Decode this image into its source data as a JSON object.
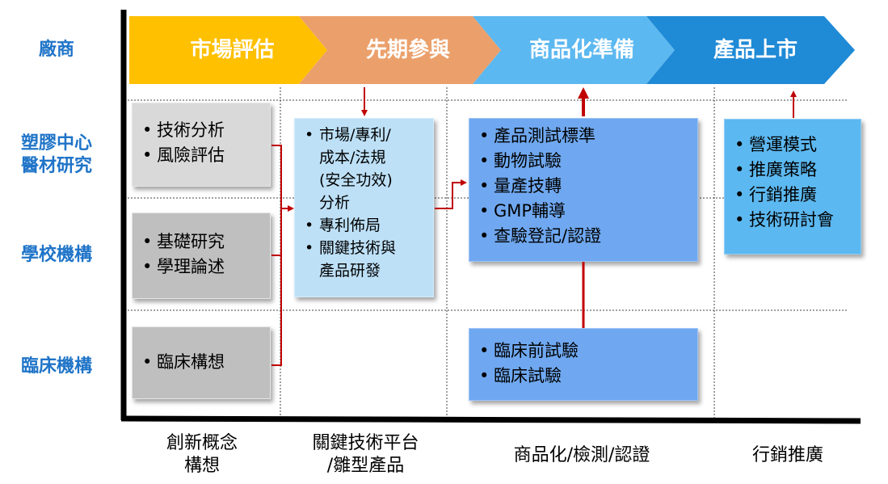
{
  "rows": [
    {
      "id": "vendor",
      "label": "廠商"
    },
    {
      "id": "plastic-center",
      "label": "塑膠中心\n醫材研究"
    },
    {
      "id": "school",
      "label": "學校機構"
    },
    {
      "id": "clinical",
      "label": "臨床機構"
    }
  ],
  "columns": [
    {
      "id": "concept",
      "label": "創新概念\n構想"
    },
    {
      "id": "platform",
      "label": "關鍵技術平台\n/雛型產品"
    },
    {
      "id": "commercial",
      "label": "商品化/檢測/認證"
    },
    {
      "id": "marketing",
      "label": "行銷推廣"
    }
  ],
  "phases": [
    {
      "label": "市場評估",
      "color": "#ffc000"
    },
    {
      "label": "先期參與",
      "color": "#eba06b"
    },
    {
      "label": "商品化準備",
      "color": "#5cb8f0"
    },
    {
      "label": "產品上市",
      "color": "#1f8ad6"
    }
  ],
  "boxes": {
    "tech_analysis": [
      "技術分析",
      "風險評估"
    ],
    "basic_research": [
      "基礎研究",
      "學理論述"
    ],
    "clinical_concept": [
      "臨床構想"
    ],
    "market_patent": [
      "市場/專利/\n成本/法規\n(安全功效)\n分析",
      "專利佈局",
      "關鍵技術與\n產品研發"
    ],
    "product_testing": [
      "產品測試標準",
      "動物試驗",
      "量產技轉",
      "GMP輔導",
      "查驗登記/認證"
    ],
    "preclinical": [
      "臨床前試驗",
      "臨床試驗"
    ],
    "operation": [
      "營運模式",
      "推廣策略",
      "行銷推廣",
      "技術研討會"
    ]
  },
  "colors": {
    "arrow": "#c00000",
    "axis": "#000000",
    "row_label": "#1f74c8",
    "box_gray": "#d9d9d9",
    "box_gray_dark": "#bfbfbf",
    "box_lightblue": "#bde0f7",
    "box_blue": "#6fa8f0",
    "box_sky": "#5cb8f0"
  }
}
